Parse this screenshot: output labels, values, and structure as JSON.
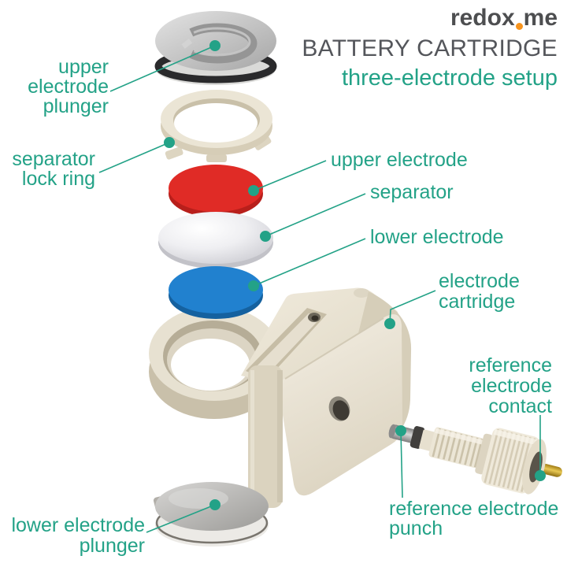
{
  "header": {
    "logo": {
      "part1": "redox",
      "part2": "me",
      "dot_color": "#F7941E"
    },
    "title": "BATTERY CARTRIDGE",
    "subtitle": "three-electrode setup"
  },
  "colors": {
    "teal": "#23A287",
    "title_gray": "#54565B",
    "logo_gray": "#4D4E50",
    "orange": "#F7941E",
    "red": "#E02B26",
    "blue": "#2181CF",
    "cream": "#E9E2D1",
    "metal_gray": "#BFBFBF"
  },
  "labels": {
    "upper_electrode_plunger": [
      "upper",
      "electrode",
      "plunger"
    ],
    "separator_lock_ring": [
      "separator",
      "lock ring"
    ],
    "upper_electrode": "upper electrode",
    "separator": "separator",
    "lower_electrode": "lower electrode",
    "electrode_cartridge": [
      "electrode",
      "cartridge"
    ],
    "reference_electrode_contact": [
      "reference",
      "electrode",
      "contact"
    ],
    "reference_electrode_punch": [
      "reference electrode",
      "punch"
    ],
    "lower_electrode_plunger": [
      "lower electrode",
      "plunger"
    ]
  }
}
